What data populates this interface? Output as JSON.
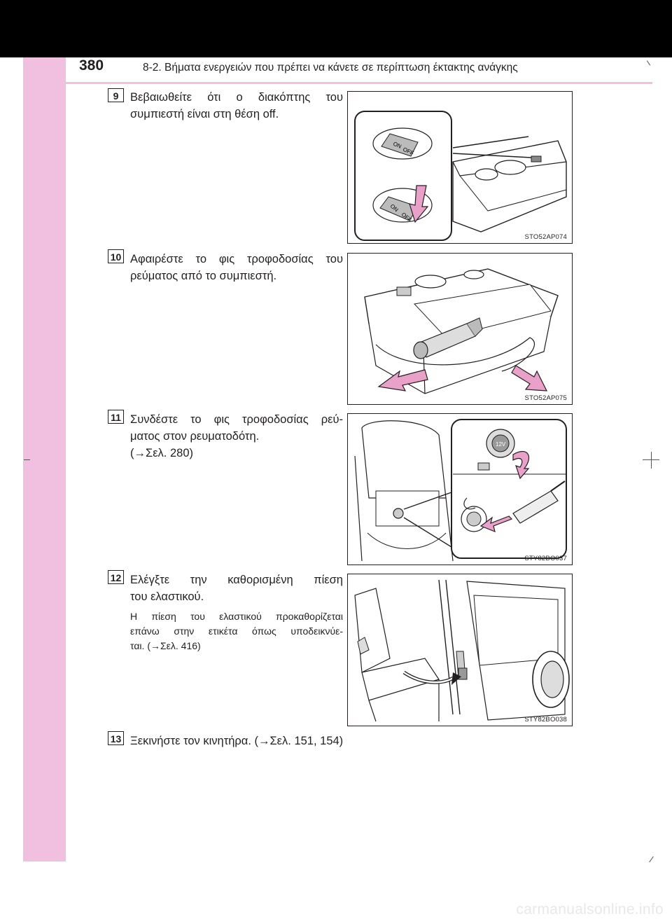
{
  "header": {
    "page_number": "380",
    "section_title": "8-2. Βήματα ενεργειών που πρέπει να κάνετε σε περίπτωση έκτακτης ανάγκης"
  },
  "steps": [
    {
      "number": "9",
      "lines": [
        "Βεβαιωθείτε ότι ο διακόπτης του",
        "συμπιεστή είναι στη θέση off."
      ],
      "figure_code": "STO52AP074",
      "figure_labels": [
        "ON",
        "OFF",
        "ON",
        "OFF"
      ]
    },
    {
      "number": "10",
      "lines": [
        "Αφαιρέστε το φις τροφοδοσίας του",
        "ρεύματος από το συμπιεστή."
      ],
      "figure_code": "STO52AP075"
    },
    {
      "number": "11",
      "lines": [
        "Συνδέστε το φις τροφοδοσίας ρεύ-",
        "ματος στον ρευματοδότη.",
        "(→Σελ. 280)"
      ],
      "figure_code": "STY82BO037",
      "figure_labels": [
        "12V"
      ]
    },
    {
      "number": "12",
      "lines": [
        "Ελέγξτε την καθορισμένη πίεση",
        "του ελαστικού."
      ],
      "note_lines": [
        "Η πίεση του ελαστικού προκαθορίζεται",
        "επάνω στην ετικέτα όπως υποδεικνύε-",
        "ται. (→Σελ. 416)"
      ],
      "figure_code": "STY82BO038"
    },
    {
      "number": "13",
      "lines": [
        "Ξεκινήστε τον κινητήρα. (→Σελ. 151, 154)"
      ]
    }
  ],
  "watermark": "carmanualsonline.info",
  "colors": {
    "sidebar": "#f1bfdf",
    "topbar": "#000000",
    "arrow_pink": "#e9a0c9",
    "text": "#231f20"
  }
}
